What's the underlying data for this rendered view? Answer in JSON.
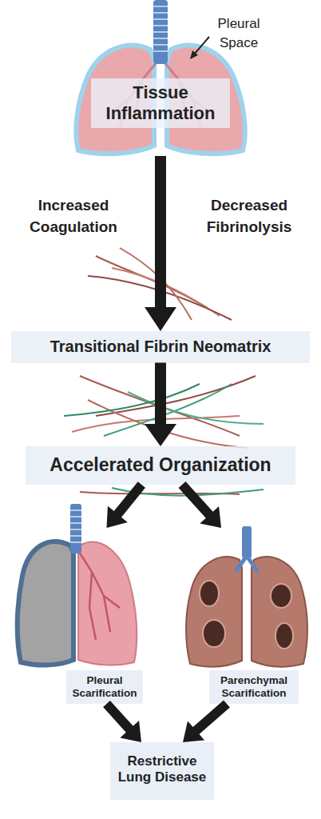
{
  "diagram": {
    "nodes": [
      {
        "text": [
          "Tissue Inflammation"
        ]
      },
      {
        "text": [
          "Transitional Fibrin Neomatrix"
        ]
      },
      {
        "text": [
          "Accelerated Organization"
        ]
      },
      {
        "text": [
          "Pleural Scarification"
        ]
      },
      {
        "text": [
          "Parenchymal Scarification"
        ]
      },
      {
        "text": [
          "Restrictive Lung Disease"
        ]
      }
    ],
    "edges": [
      {
        "from": 0,
        "to": 1,
        "arrow": "to"
      },
      {
        "from": 1,
        "to": 2,
        "arrow": "to"
      },
      {
        "from": 2,
        "to": 3,
        "arrow": "to"
      },
      {
        "from": 2,
        "to": 4,
        "arrow": "to"
      },
      {
        "from": 3,
        "to": 5,
        "arrow": "to"
      },
      {
        "from": 4,
        "to": 5,
        "arrow": "to"
      }
    ],
    "labels": [
      "Pleural Space",
      "Increased Coagulation",
      "Decreased Fibrinolysis"
    ]
  }
}
